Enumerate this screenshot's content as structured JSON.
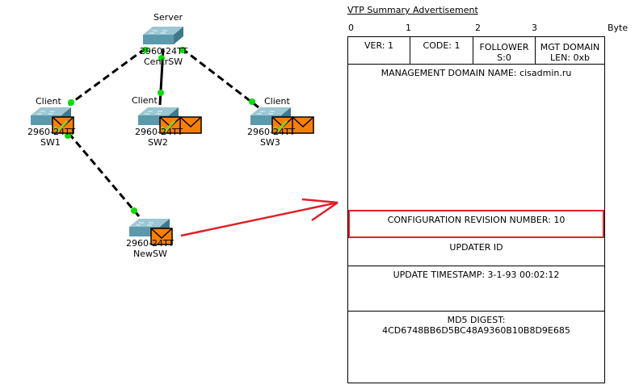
{
  "topology": {
    "devices": [
      {
        "name": "CentrSW",
        "model": "2960-24TT",
        "mode": "Server",
        "envelopes": 0,
        "checked": false
      },
      {
        "name": "SW1",
        "model": "2960-24TT",
        "mode": "Client",
        "envelopes": 1,
        "checked": true
      },
      {
        "name": "SW2",
        "model": "2960-24TT",
        "mode": "Client",
        "envelopes": 2,
        "checked": true
      },
      {
        "name": "SW3",
        "model": "2960-24TT",
        "mode": "Client",
        "envelopes": 2,
        "checked": true
      },
      {
        "name": "NewSW",
        "model": "2960-24TT",
        "mode": "",
        "envelopes": 1,
        "checked": false
      }
    ],
    "colors": {
      "switch": "#5b9aad",
      "link_up": "#00e000",
      "envelope": "#ff8000",
      "arrow": "#e0202a"
    }
  },
  "pdu": {
    "title": "VTP Summary Advertisement",
    "byte_ruler": [
      "0",
      "1",
      "2",
      "3",
      "Byte"
    ],
    "ver": "VER: 1",
    "code": "CODE: 1",
    "followers": "FOLLOWER\nS:0",
    "mgt_len": "MGT DOMAIN\nLEN: 0xb",
    "domain_name": "MANAGEMENT DOMAIN NAME: cisadmin.ru",
    "revision": "CONFIGURATION REVISION NUMBER: 10",
    "updater": "UPDATER ID",
    "timestamp": "UPDATE TIMESTAMP: 3-1-93 00:02:12",
    "md5_label": "MD5 DIGEST:",
    "md5_value": "4CD6748BB6D5BC48A9360B10B8D9E685"
  }
}
